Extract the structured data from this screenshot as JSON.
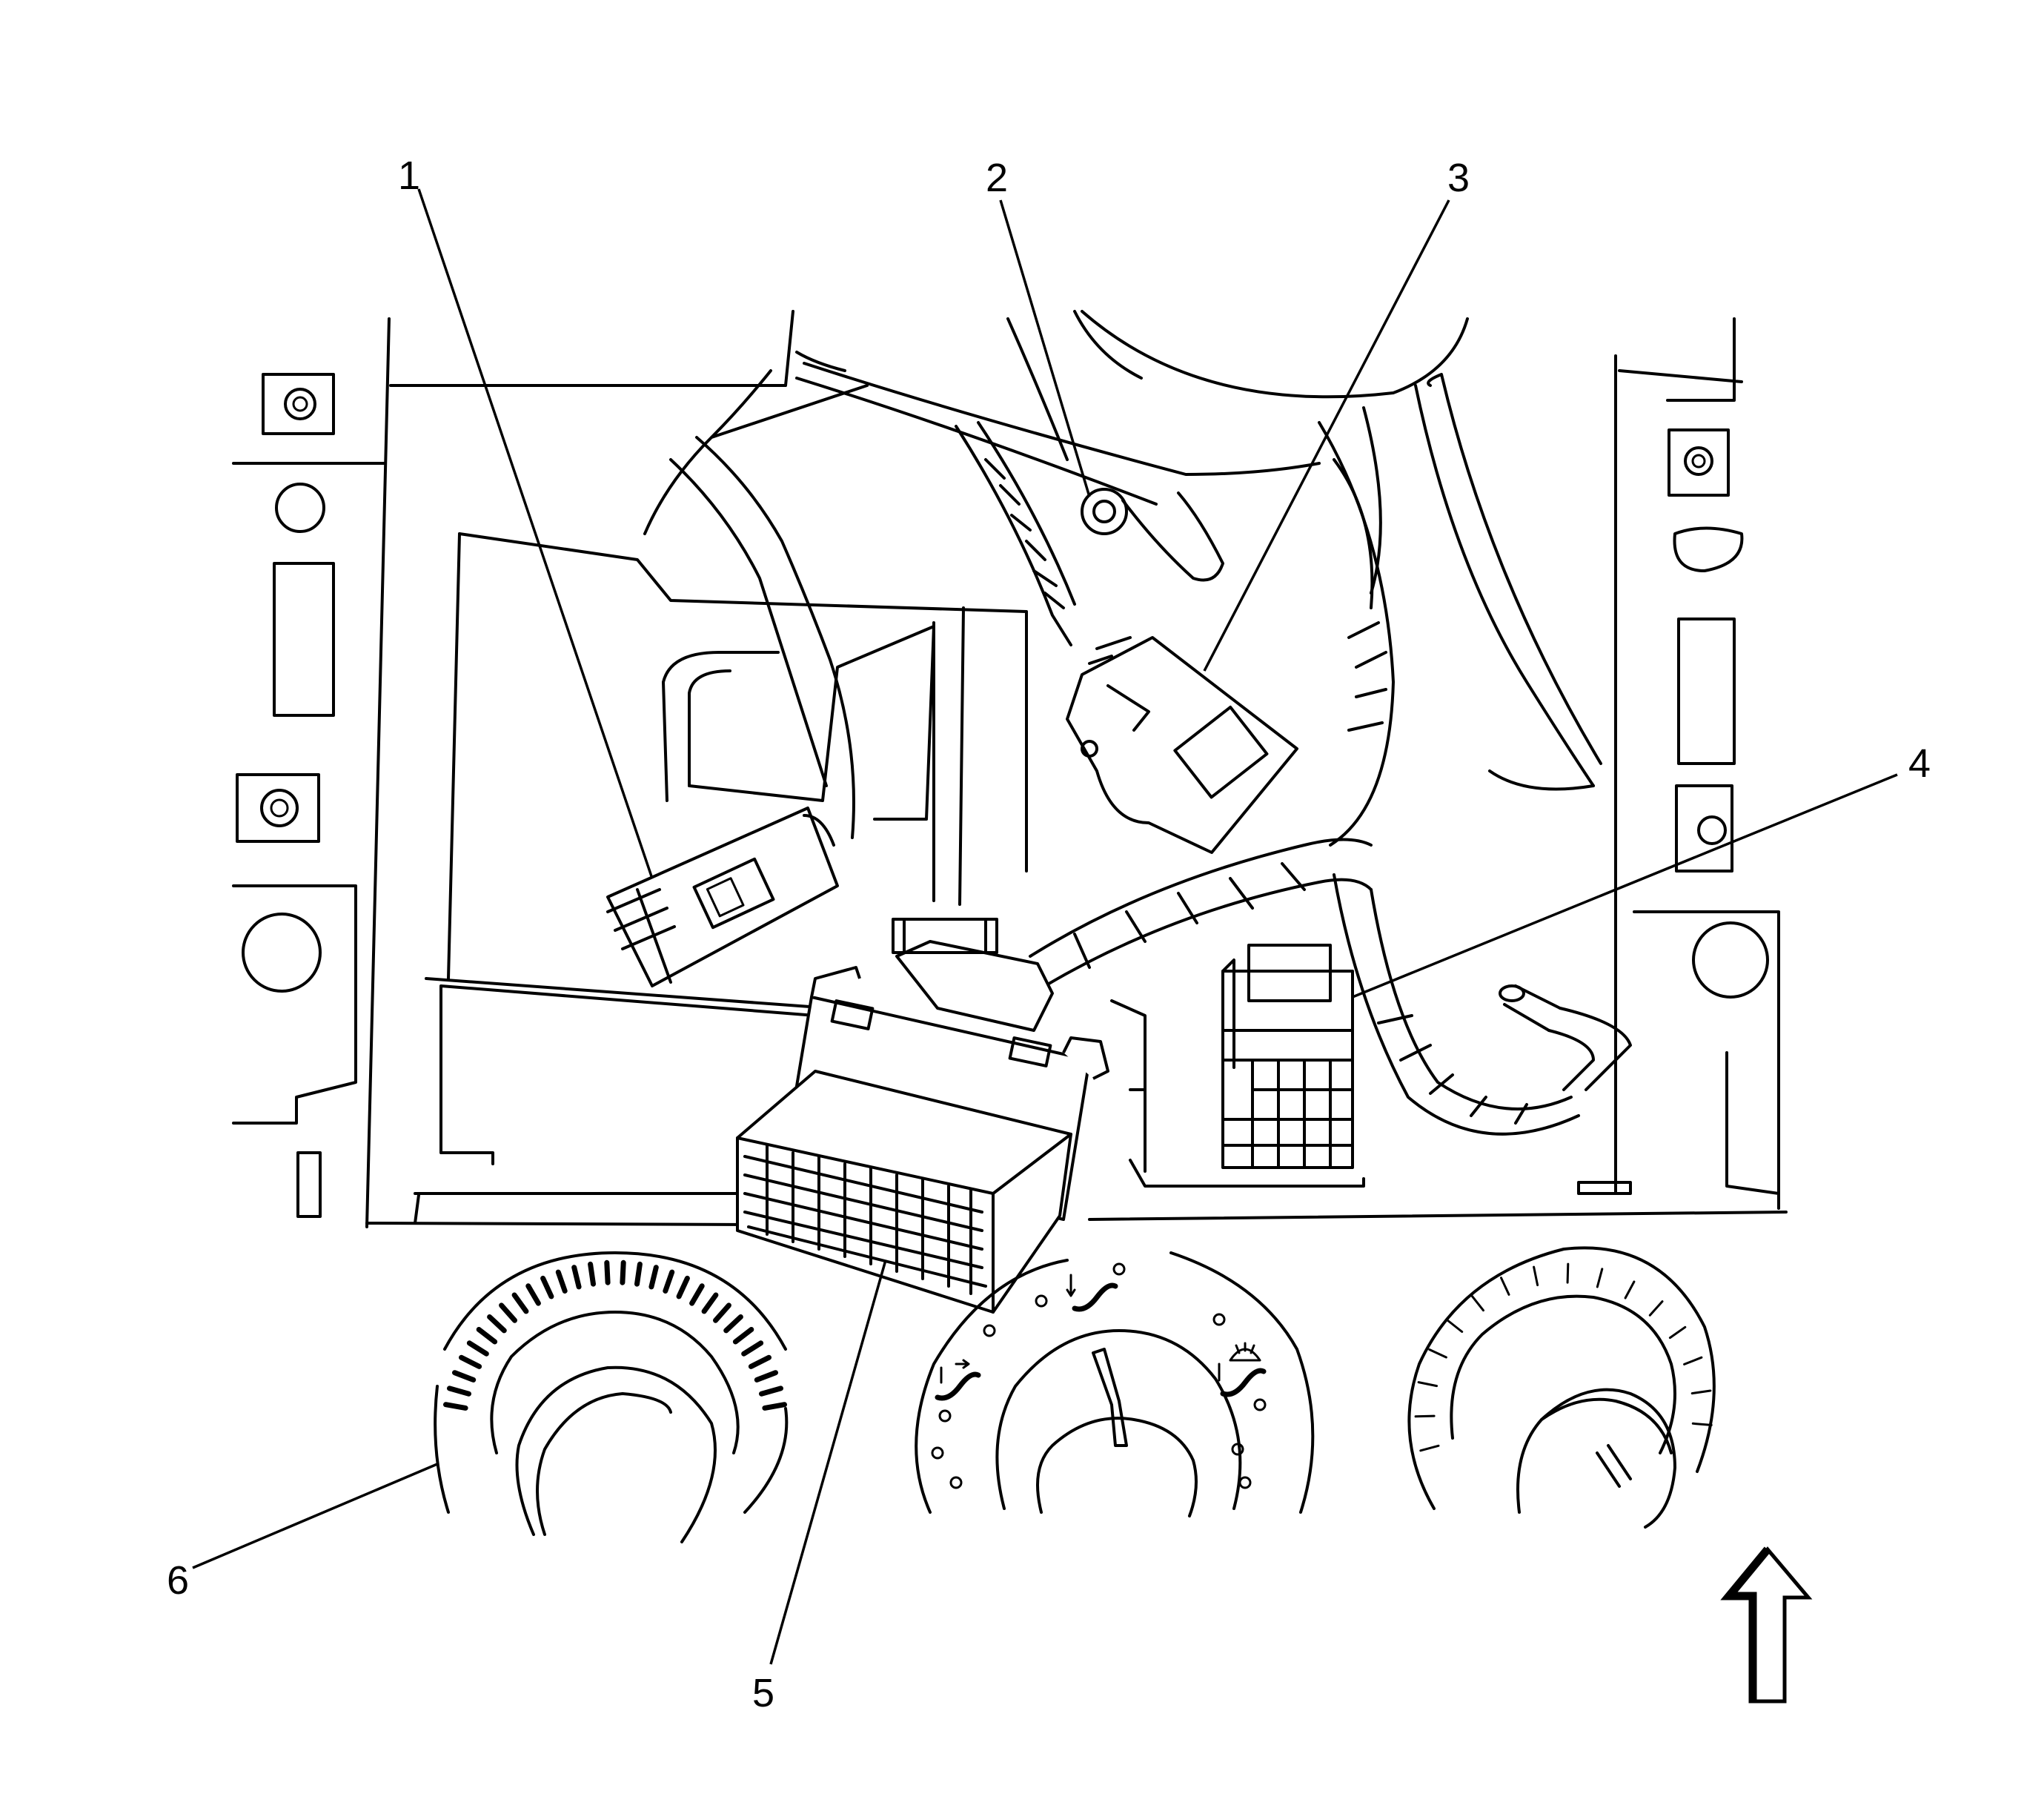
{
  "callouts": [
    {
      "label": "1"
    },
    {
      "label": "2"
    },
    {
      "label": "3"
    },
    {
      "label": "4"
    },
    {
      "label": "5"
    },
    {
      "label": "6"
    }
  ],
  "icons": {
    "direction_arrow": "up-arrow-icon",
    "hvac_modes": [
      "floor-vent-mode-icon",
      "bi-level-mode-icon",
      "defrost-mode-icon"
    ]
  },
  "colors": {
    "line": "#000000",
    "background": "#ffffff"
  }
}
